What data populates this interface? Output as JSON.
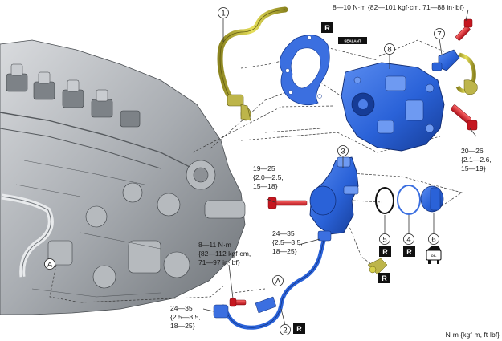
{
  "callouts": {
    "c1": "1",
    "c2": "2",
    "c3": "3",
    "c4": "4",
    "c5": "5",
    "c6": "6",
    "c7": "7",
    "c8": "8",
    "cA1": "A",
    "cA2": "A"
  },
  "torques": {
    "t_top": "8—10 N·m {82—101 kgf·cm, 71—88 in·lbf}",
    "t_right": [
      "20—26",
      "{2.1—2.6,",
      "15—19}"
    ],
    "t_pump": [
      "19—25",
      "{2.0—2.5,",
      "15—18}"
    ],
    "t_mid": [
      "24—35",
      "{2.5—3.5,",
      "18—25}"
    ],
    "t_left": [
      "8—11 N·m",
      "{82—112 kgf·cm,",
      "71—97 in·lbf}"
    ],
    "t_bottom": [
      "24—35",
      "{2.5—3.5,",
      "18—25}"
    ]
  },
  "badges": {
    "replace": "R",
    "sealant": "SEALANT",
    "oil": "OIL"
  },
  "units_note": "N·m {kgf·m, ft·lbf}",
  "colors": {
    "part_blue": "#2a62d8",
    "part_blue_dark": "#163c96",
    "bolt_red": "#e0202a",
    "pipe_yellow": "#c9c23a",
    "engine_gray": "#9a9ea3"
  }
}
